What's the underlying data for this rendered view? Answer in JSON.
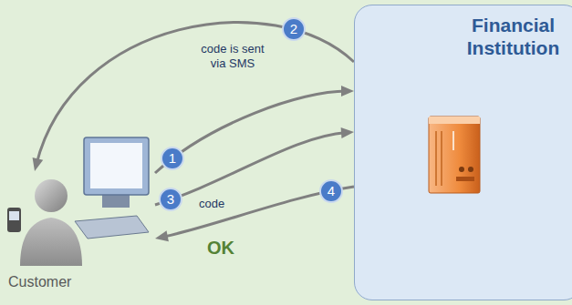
{
  "diagram": {
    "nodes": [
      {
        "text": [
          "Financial Institution"
        ]
      },
      {
        "text": [
          "Customer"
        ]
      }
    ],
    "edges": [
      {
        "from": 1,
        "to": 0,
        "arrow": "to"
      },
      {
        "from": 0,
        "to": 1,
        "label": "code is sent via SMS",
        "arrow": "to"
      },
      {
        "from": 1,
        "to": 0,
        "label": "code",
        "arrow": "to"
      },
      {
        "from": 0,
        "to": 1,
        "label": "OK",
        "arrow": "to"
      }
    ],
    "labels": [
      "1",
      "2",
      "3",
      "4"
    ]
  }
}
